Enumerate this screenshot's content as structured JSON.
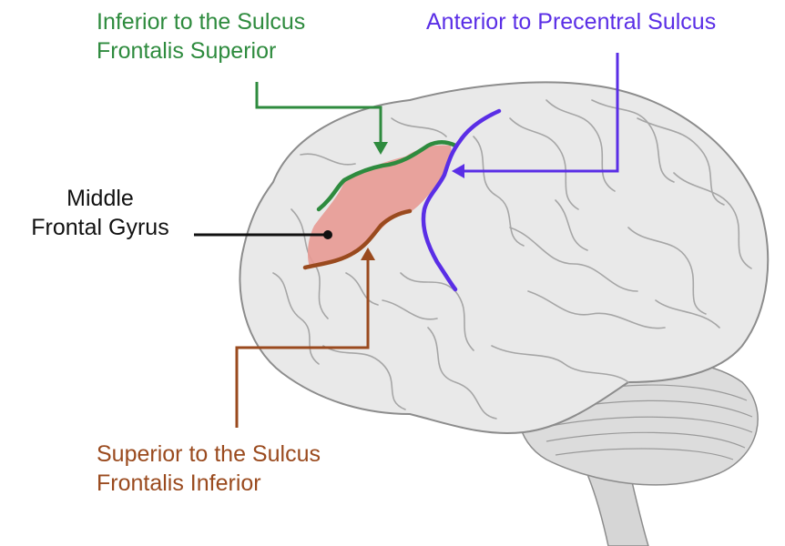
{
  "labels": {
    "superior_line1": "Inferior to the Sulcus",
    "superior_line2": "Frontalis Superior",
    "precentral": "Anterior to Precentral Sulcus",
    "middle_line1": "Middle",
    "middle_line2": "Frontal Gyrus",
    "inferior_line1": "Superior to the Sulcus",
    "inferior_line2": "Frontalis Inferior"
  },
  "colors": {
    "superior": "#2e8b3e",
    "precentral": "#5a2ee6",
    "middle": "#111111",
    "inferior": "#9a4a1e",
    "region_fill": "#e89a94",
    "brain_fill": "#e9e9e9",
    "brain_line": "#8c8c8c",
    "cerebellum_fill": "#dcdcdc"
  }
}
